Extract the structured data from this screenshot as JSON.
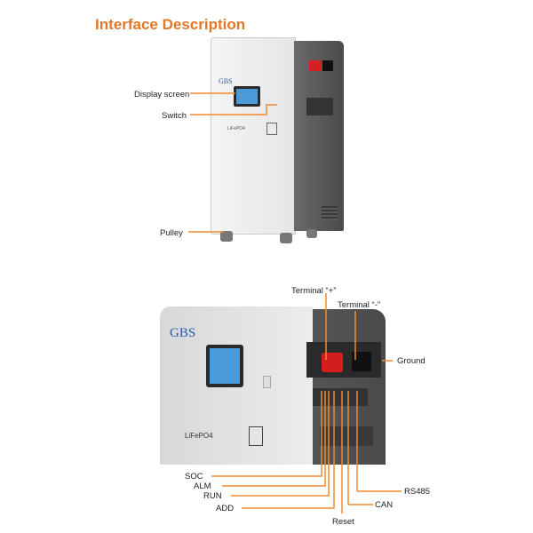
{
  "title": "Interface Description",
  "top_view": {
    "brand": "GBS",
    "chem": "LiFePO4",
    "labels": {
      "display": "Display screen",
      "switch": "Switch",
      "pulley": "Pulley"
    }
  },
  "bottom_view": {
    "brand": "GBS",
    "chem": "LiFePO4",
    "labels": {
      "term_pos": "Terminal “+”",
      "term_neg": "Terminal “-”",
      "ground": "Ground",
      "soc": "SOC",
      "alm": "ALM",
      "run": "RUN",
      "add": "ADD",
      "reset": "Reset",
      "can": "CAN",
      "rs485": "RS485"
    }
  },
  "colors": {
    "accent": "#f08a2e",
    "title": "#e0782a"
  }
}
